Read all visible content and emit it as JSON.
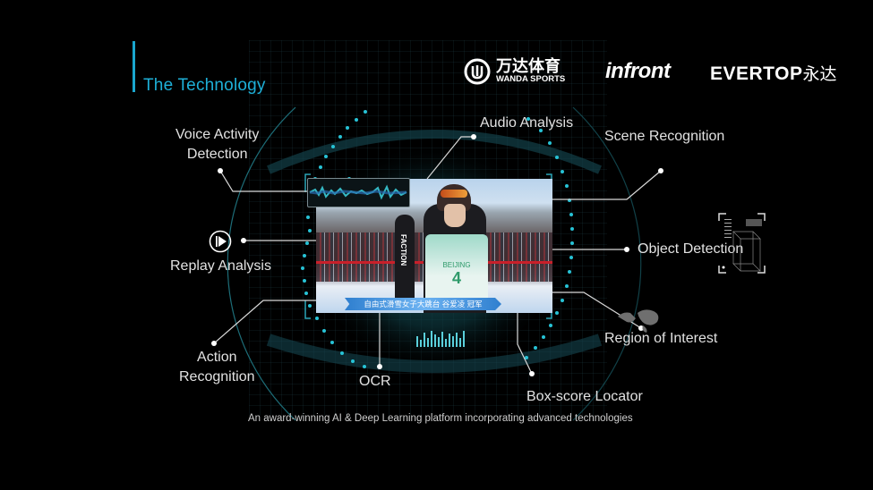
{
  "header": {
    "title": "The Technology",
    "accent_color": "#1eb0d8"
  },
  "logos": [
    {
      "name": "Wanda Sports",
      "cn": "万达体育",
      "en": "WANDA SPORTS",
      "icon": "wanda-logo-icon"
    },
    {
      "name": "Infront",
      "text": "infront"
    },
    {
      "name": "Evertop",
      "text": "EVERTOP",
      "cn": "永达"
    }
  ],
  "diagram": {
    "nodes": [
      {
        "id": "voice-activity-detection",
        "line1": "Voice Activity",
        "line2": "Detection"
      },
      {
        "id": "audio-analysis",
        "label": "Audio Analysis"
      },
      {
        "id": "scene-recognition",
        "label": "Scene Recognition"
      },
      {
        "id": "replay-analysis",
        "label": "Replay Analysis",
        "icon": "play-circle-icon"
      },
      {
        "id": "object-detection",
        "label": "Object Detection",
        "icon": "3d-bounding-box-icon"
      },
      {
        "id": "action-recognition",
        "line1": "Action",
        "line2": "Recognition"
      },
      {
        "id": "ocr",
        "label": "OCR"
      },
      {
        "id": "box-score-locator",
        "label": "Box-score  Locator"
      },
      {
        "id": "region-of-interest",
        "label": "Region of Interest",
        "icon": "world-map-icon"
      }
    ],
    "center_video": {
      "ticker_text": "自由式滑雪女子大跳台   谷爱凌   冠军",
      "bib_number": "4",
      "ski_brand": "FACTION",
      "event_text": "BEIJING"
    }
  },
  "footer": {
    "caption": "An award-winning AI & Deep Learning platform incorporating advanced technologies"
  }
}
